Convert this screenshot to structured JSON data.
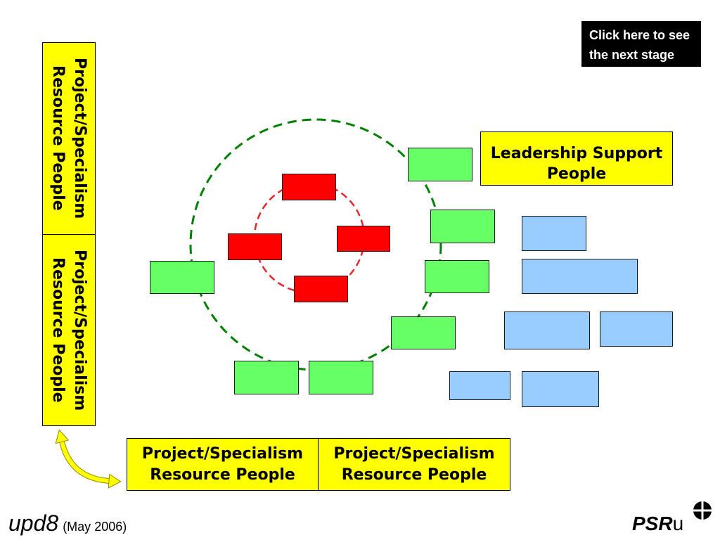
{
  "next_stage_button": {
    "lines": [
      "Click here to see",
      "the next stage"
    ]
  },
  "left_panel": {
    "sections": [
      {
        "lines": [
          "Project/Specialism",
          "Resource People"
        ]
      },
      {
        "lines": [
          "Project/Specialism",
          "Resource People"
        ]
      }
    ]
  },
  "leadership_box": {
    "lines": [
      "Leadership Support",
      "People"
    ]
  },
  "bottom_panel": {
    "sections": [
      {
        "lines": [
          "Project/Specialism",
          "Resource People"
        ]
      },
      {
        "lines": [
          "Project/Specialism",
          "Resource People"
        ]
      }
    ]
  },
  "footer": {
    "brand": "upd8",
    "date": "(May 2006)",
    "logo": {
      "bold_text": "PSR",
      "regular_text": "u",
      "icon": "crosshair-circle-icon"
    }
  },
  "icons": {
    "connector": "curved-double-arrow-icon"
  },
  "colors": {
    "yellow": "#ffff00",
    "green_box": "#66ff66",
    "red_box": "#ff0000",
    "blue_box": "#99ccff",
    "green_dash": "#008000",
    "red_dash": "#e8262a",
    "button_bg": "#000000",
    "button_text": "#ffffff",
    "arrow": "#ffff00"
  }
}
